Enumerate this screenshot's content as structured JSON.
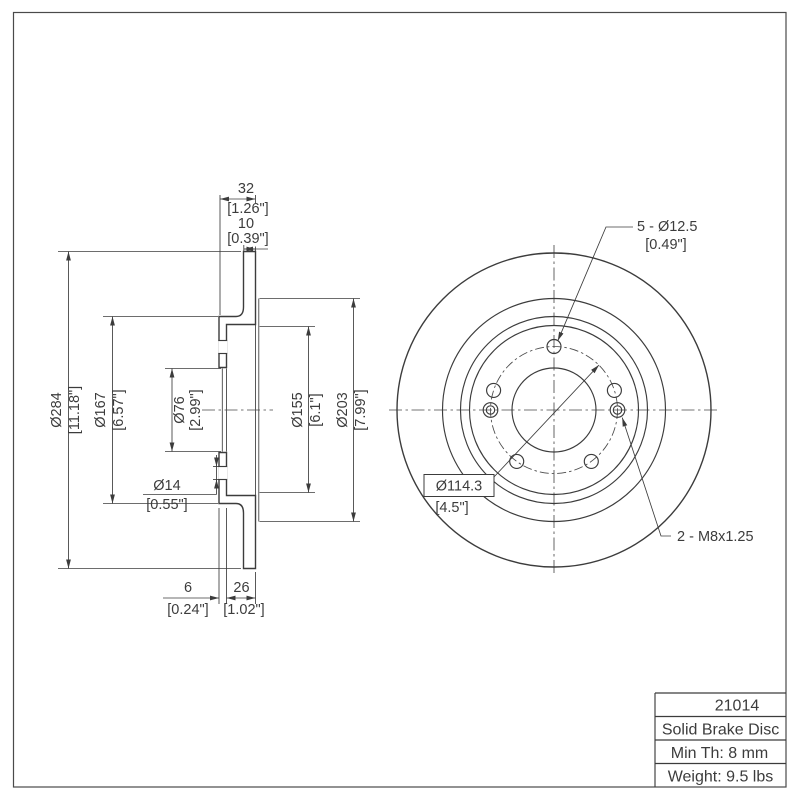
{
  "drawing_type": "Solid Brake Disc technical drawing",
  "section_view": {
    "dims": {
      "overall_width": {
        "mm": "32",
        "inch": "[1.26\"]"
      },
      "disc_thickness": {
        "mm": "10",
        "inch": "[0.39\"]"
      },
      "outer_diameter": {
        "mm": "Ø284",
        "inch": "[11.18\"]"
      },
      "hat_diameter": {
        "mm": "Ø167",
        "inch": "[6.57\"]"
      },
      "center_bore": {
        "mm": "Ø76",
        "inch": "[2.99\"]"
      },
      "lug_hole_diameter": {
        "mm": "Ø14",
        "inch": "[0.55\"]"
      },
      "inner_recess_diameter": {
        "mm": "Ø155",
        "inch": "[6.1\"]"
      },
      "friction_inner_diameter": {
        "mm": "Ø203",
        "inch": "[7.99\"]"
      },
      "hat_wall_thickness": {
        "mm": "6",
        "inch": "[0.24\"]"
      },
      "hat_depth": {
        "mm": "26",
        "inch": "[1.02\"]"
      }
    }
  },
  "front_view": {
    "labels": {
      "lug_holes": {
        "line1": "5 - Ø12.5",
        "line2": "[0.49\"]"
      },
      "bolt_circle": {
        "line1": "Ø114.3",
        "line2": "[4.5\"]"
      },
      "thread_holes": "2 - M8x1.25"
    }
  },
  "title_block": {
    "part_number": "21014",
    "description": "Solid Brake Disc",
    "min_thickness": "Min Th: 8 mm",
    "weight": "Weight: 9.5 lbs"
  },
  "colors": {
    "line": "#3c3c3c",
    "background": "#ffffff"
  }
}
